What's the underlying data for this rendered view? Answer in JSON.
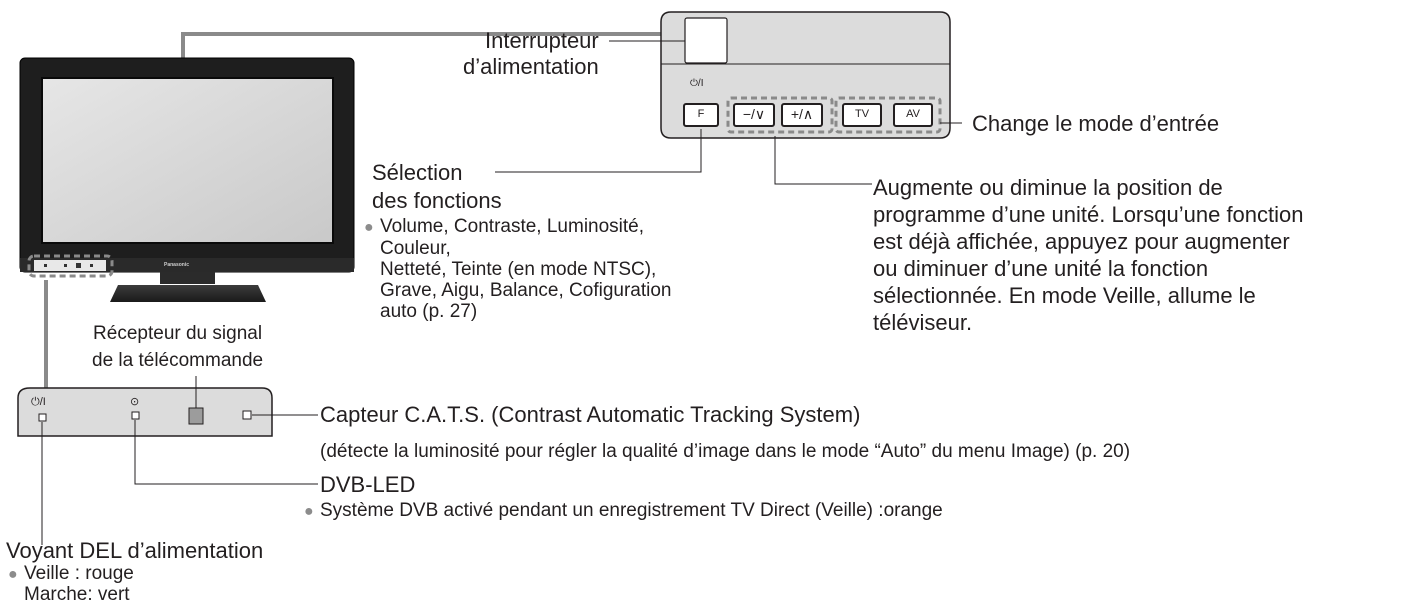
{
  "tv": {
    "brand": "Panasonic"
  },
  "panel": {
    "power_symbol": "⏻/I",
    "buttons": [
      "F",
      "−/∨",
      "+/∧",
      "TV",
      "AV"
    ]
  },
  "lower_panel": {
    "power_symbol": "⏻/I",
    "dvb_symbol": "⊙"
  },
  "labels": {
    "power_switch_line1": "Interrupteur",
    "power_switch_line2": "d’alimentation",
    "input_mode": "Change le mode d’entrée",
    "function_select_line1": "Sélection",
    "function_select_line2": "des fonctions",
    "function_list": [
      "Volume, Contraste, Luminosité,",
      "Couleur,",
      "Netteté, Teinte (en mode NTSC),",
      "Grave, Aigu, Balance, Cofiguration",
      "auto (p. 27)"
    ],
    "up_down": [
      "Augmente ou diminue la position de",
      "programme d’une unité. Lorsqu’une fonction",
      "est déjà affichée, appuyez pour augmenter",
      "ou diminuer d’une unité la fonction",
      "sélectionnée. En mode Veille, allume le",
      "téléviseur."
    ],
    "remote_sensor_line1": "Récepteur du signal",
    "remote_sensor_line2": "de la télécommande",
    "cats_title": "Capteur C.A.T.S. (Contrast Automatic Tracking System)",
    "cats_desc": "(détecte la luminosité pour régler la qualité d’image dans le mode “Auto” du menu Image) (p. 20)",
    "dvb_title": "DVB-LED",
    "dvb_desc": "Système DVB activé pendant un enregistrement TV Direct (Veille) :orange",
    "power_led_title": "Voyant DEL d’alimentation",
    "power_led_standby": "Veille : rouge",
    "power_led_on": "Marche: vert"
  }
}
